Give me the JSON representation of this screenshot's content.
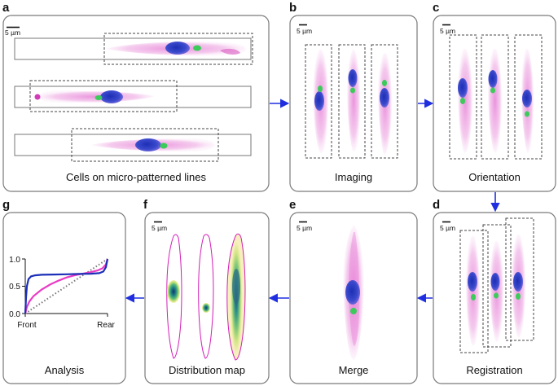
{
  "panels": {
    "a": {
      "letter": "a",
      "title": "Cells on micro-patterned lines",
      "scale": "5 µm"
    },
    "b": {
      "letter": "b",
      "title": "Imaging",
      "scale": "5 µm"
    },
    "c": {
      "letter": "c",
      "title": "Orientation",
      "scale": "5 µm"
    },
    "d": {
      "letter": "d",
      "title": "Registration",
      "scale": "5 µm"
    },
    "e": {
      "letter": "e",
      "title": "Merge",
      "scale": "5 µm"
    },
    "f": {
      "letter": "f",
      "title": "Distribution map",
      "scale": "5 µm"
    },
    "g": {
      "letter": "g",
      "title": "Analysis"
    }
  },
  "colors": {
    "membrane": "#e46fd2",
    "nucleus": "#2f3fc8",
    "golgi": "#3ccb5a",
    "arrow": "#1f2fe0",
    "contour": "#d21fb7",
    "curve_blue": "#1b2fb8",
    "curve_pink": "#e93cc5",
    "diagonal": "#777777"
  },
  "chart_data": {
    "type": "line",
    "x_tick_labels": [
      "Front",
      "Rear"
    ],
    "y_ticks": [
      "0.0",
      "0.5",
      "1.0"
    ],
    "ylim": [
      0,
      1
    ],
    "xlim": [
      0,
      1
    ],
    "series": [
      {
        "color": "blue",
        "x": [
          0,
          0.01,
          0.02,
          0.04,
          0.07,
          0.12,
          0.2,
          0.35,
          0.5,
          0.65,
          0.8,
          0.9,
          0.95,
          0.98,
          1.0
        ],
        "y": [
          0,
          0.3,
          0.5,
          0.63,
          0.68,
          0.7,
          0.71,
          0.715,
          0.72,
          0.725,
          0.73,
          0.74,
          0.77,
          0.85,
          1.0
        ]
      },
      {
        "color": "pink",
        "x": [
          0,
          0.02,
          0.05,
          0.1,
          0.2,
          0.3,
          0.4,
          0.5,
          0.6,
          0.7,
          0.8,
          0.88,
          0.94,
          0.98,
          1.0
        ],
        "y": [
          0,
          0.12,
          0.22,
          0.32,
          0.44,
          0.53,
          0.6,
          0.66,
          0.7,
          0.73,
          0.76,
          0.79,
          0.83,
          0.9,
          1.0
        ]
      },
      {
        "color": "dotted",
        "x": [
          0,
          1
        ],
        "y": [
          0,
          1
        ]
      }
    ]
  }
}
